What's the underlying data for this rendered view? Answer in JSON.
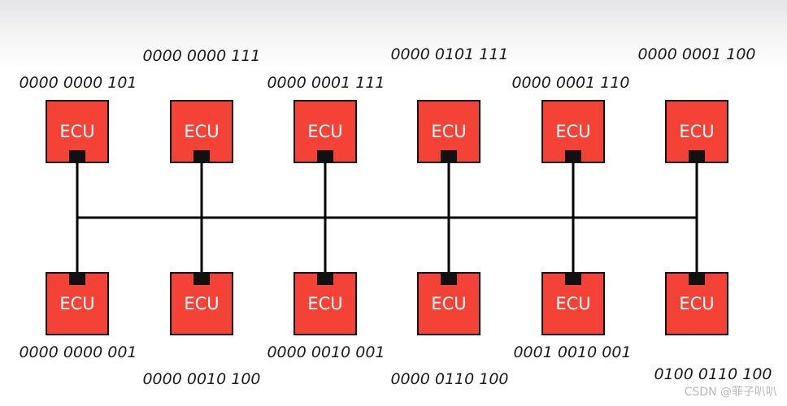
{
  "ecu_label": "ECU",
  "colors": {
    "ecu_fill": "#f44336",
    "bus_line": "#000000",
    "port": "#111111"
  },
  "top_row": [
    {
      "address": "0000 0000 101"
    },
    {
      "address": "0000 0000 111"
    },
    {
      "address": "0000 0001 111"
    },
    {
      "address": "0000 0101 111"
    },
    {
      "address": "0000 0001 110"
    },
    {
      "address": "0000 0001 100"
    }
  ],
  "bottom_row": [
    {
      "address": "0000 0000 001"
    },
    {
      "address": "0000 0010 100"
    },
    {
      "address": "0000 0010 001"
    },
    {
      "address": "0000 0110 100"
    },
    {
      "address": "0001 0010 001"
    },
    {
      "address": "0100 0110 100"
    }
  ],
  "watermark": "CSDN @菲子叭叭"
}
